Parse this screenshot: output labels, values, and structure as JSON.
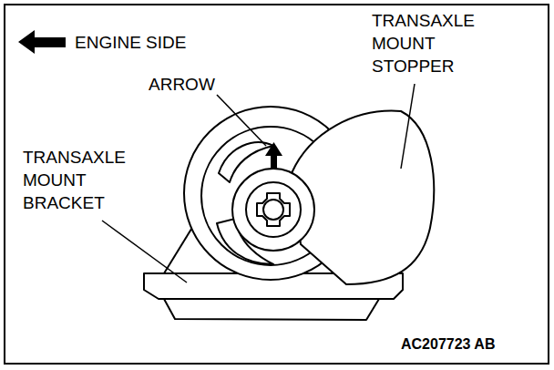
{
  "diagram": {
    "labels": [
      "ENGINE SIDE",
      "ARROW",
      "TRANSAXLE MOUNT STOPPER",
      "TRANSAXLE MOUNT BRACKET",
      "AC207723 AB"
    ]
  }
}
